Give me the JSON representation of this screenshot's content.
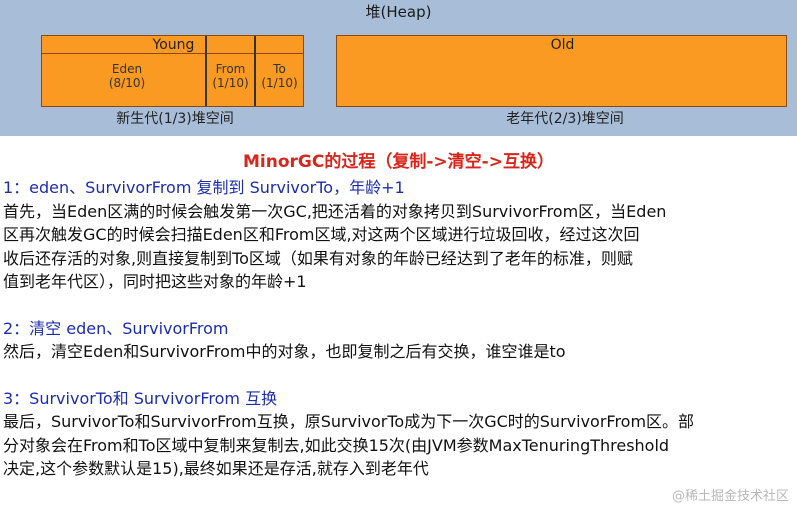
{
  "heap": {
    "title": "堆(Heap)",
    "young_label": "Young",
    "old_label": "Old",
    "eden": "Eden",
    "eden_ratio": "(8/10)",
    "from": "From",
    "from_ratio": "(1/10)",
    "to": "To",
    "to_ratio": "(1/10)",
    "young_gen": "新生代(1/3)堆空间",
    "old_gen": "老年代(2/3)堆空间",
    "colors": {
      "region": "#fa9a22",
      "background": "#a8bdd8"
    }
  },
  "heading": "MinorGC的过程（复制->清空->互换）",
  "steps": [
    {
      "title": "1：eden、SurvivorFrom 复制到 SurvivorTo，年龄+1",
      "lines": [
        "首先，当Eden区满的时候会触发第一次GC,把还活着的对象拷贝到SurvivorFrom区，当Eden",
        "区再次触发GC的时候会扫描Eden区和From区域,对这两个区域进行垃圾回收，经过这次回",
        "收后还存活的对象,则直接复制到To区域（如果有对象的年龄已经达到了老年的标准，则赋",
        "值到老年代区），同时把这些对象的年龄+1"
      ]
    },
    {
      "title": "2：清空 eden、SurvivorFrom",
      "lines": [
        "然后，清空Eden和SurvivorFrom中的对象，也即复制之后有交换，谁空谁是to"
      ]
    },
    {
      "title": "3：SurvivorTo和 SurvivorFrom 互换",
      "lines": [
        "最后，SurvivorTo和SurvivorFrom互换，原SurvivorTo成为下一次GC时的SurvivorFrom区。部",
        "分对象会在From和To区域中复制来复制去,如此交换15次(由JVM参数MaxTenuringThreshold",
        "决定,这个参数默认是15),最终如果还是存活,就存入到老年代"
      ]
    }
  ],
  "watermark": "@稀土掘金技术社区",
  "colors": {
    "heading": "#d9261c",
    "step_title": "#1c2dae"
  }
}
